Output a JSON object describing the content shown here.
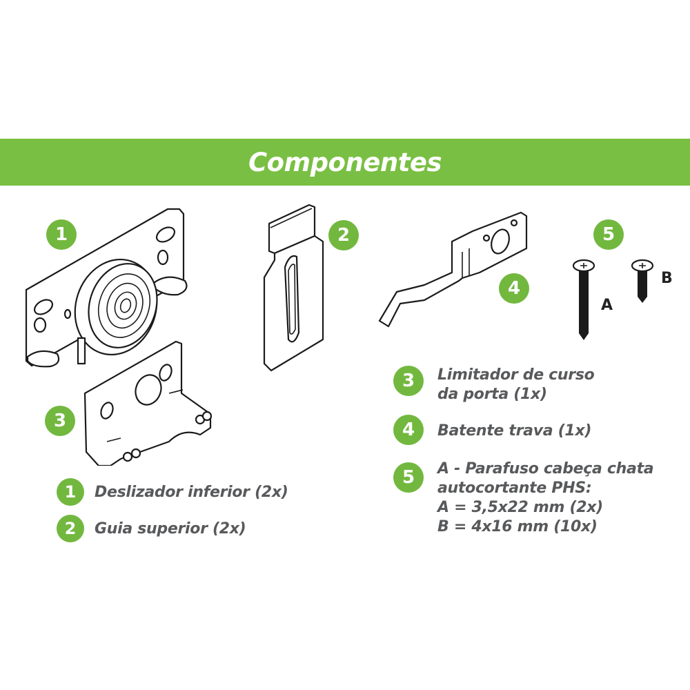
{
  "header": {
    "title": "Componentes"
  },
  "figure_badges": [
    {
      "number": "1"
    },
    {
      "number": "2"
    },
    {
      "number": "3"
    },
    {
      "number": "4"
    },
    {
      "number": "5"
    }
  ],
  "screw_labels": {
    "a": "A",
    "b": "B"
  },
  "legend": [
    {
      "number": "1",
      "lines": [
        "Deslizador inferior (2x)"
      ]
    },
    {
      "number": "2",
      "lines": [
        "Guia superior (2x)"
      ]
    },
    {
      "number": "3",
      "lines": [
        "Limitador de curso",
        "da porta (1x)"
      ]
    },
    {
      "number": "4",
      "lines": [
        "Batente trava (1x)"
      ]
    },
    {
      "number": "5",
      "lines": [
        "A - Parafuso cabeça chata",
        "autocortante PHS:",
        "A = 3,5x22 mm (2x)",
        "B = 4x16 mm (10x)"
      ]
    }
  ],
  "colors": {
    "accent_green": "#79bf43",
    "badge_green": "#72b83f",
    "caption_gray": "#58595b"
  }
}
